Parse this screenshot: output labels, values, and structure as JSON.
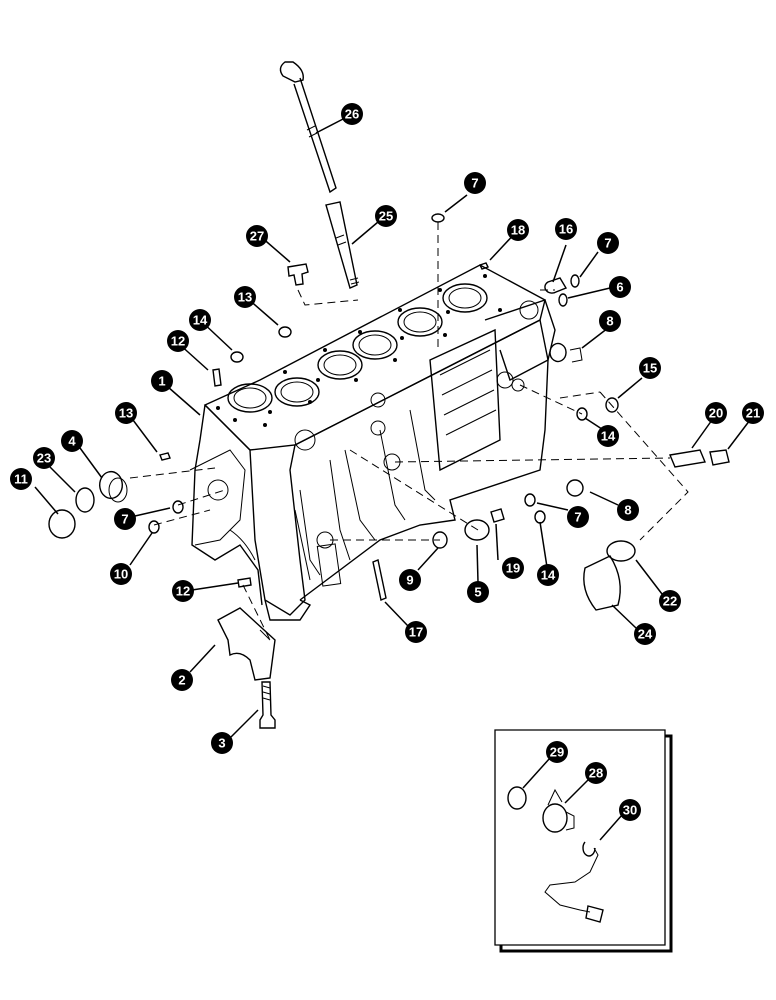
{
  "callouts": [
    {
      "label": "1"
    },
    {
      "label": "2"
    },
    {
      "label": "3"
    },
    {
      "label": "4"
    },
    {
      "label": "5"
    },
    {
      "label": "6"
    },
    {
      "label": "7"
    },
    {
      "label": "7"
    },
    {
      "label": "7"
    },
    {
      "label": "7"
    },
    {
      "label": "8"
    },
    {
      "label": "8"
    },
    {
      "label": "9"
    },
    {
      "label": "10"
    },
    {
      "label": "11"
    },
    {
      "label": "12"
    },
    {
      "label": "12"
    },
    {
      "label": "13"
    },
    {
      "label": "13"
    },
    {
      "label": "14"
    },
    {
      "label": "14"
    },
    {
      "label": "14"
    },
    {
      "label": "15"
    },
    {
      "label": "16"
    },
    {
      "label": "17"
    },
    {
      "label": "18"
    },
    {
      "label": "19"
    },
    {
      "label": "20"
    },
    {
      "label": "21"
    },
    {
      "label": "22"
    },
    {
      "label": "23"
    },
    {
      "label": "24"
    },
    {
      "label": "25"
    },
    {
      "label": "26"
    },
    {
      "label": "27"
    },
    {
      "label": "28"
    },
    {
      "label": "29"
    },
    {
      "label": "30"
    }
  ],
  "colors": {
    "ink": "#000000",
    "paper": "#ffffff"
  }
}
